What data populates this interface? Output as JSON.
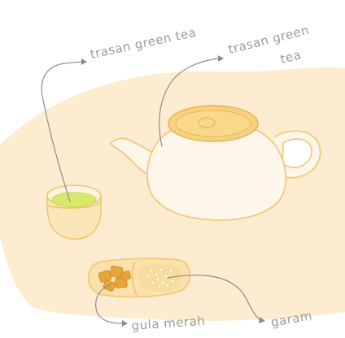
{
  "labels": {
    "cup_label": "trasan green tea",
    "teapot_label_line1": "trasan green",
    "teapot_label_line2": "tea",
    "sugar_label": "gula merah",
    "salt_label": "garam"
  },
  "colors": {
    "table": "#fdecd0",
    "outline": "#f2c46e",
    "lid": "#f6d27e",
    "green_tea": "#d8e86a",
    "brown_sugar": "#e6a63c",
    "salt_tray": "#f7dca0",
    "arrow": "#8c8c8c"
  }
}
